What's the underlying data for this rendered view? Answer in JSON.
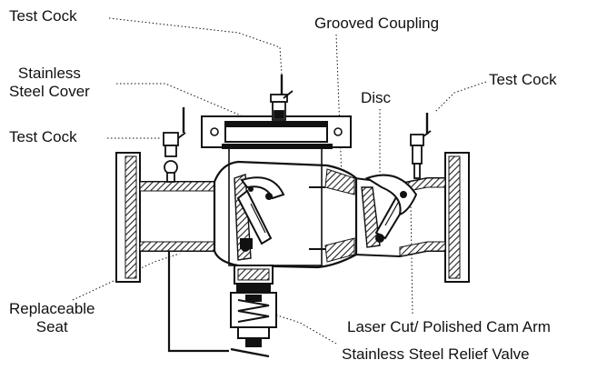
{
  "labels": {
    "test_cock_top": "Test Cock",
    "grooved_coupling": "Grooved Coupling",
    "stainless_cover_line1": "Stainless",
    "stainless_cover_line2": "Steel Cover",
    "test_cock_right": "Test Cock",
    "disc": "Disc",
    "test_cock_left": "Test Cock",
    "seat_line1": "Replaceable",
    "seat_line2": "Seat",
    "cam_arm": "Laser Cut/ Polished Cam Arm",
    "relief_valve": "Stainless Steel Relief Valve"
  },
  "colors": {
    "ink": "#111111",
    "background": "#ffffff",
    "hatch": "#222222"
  }
}
